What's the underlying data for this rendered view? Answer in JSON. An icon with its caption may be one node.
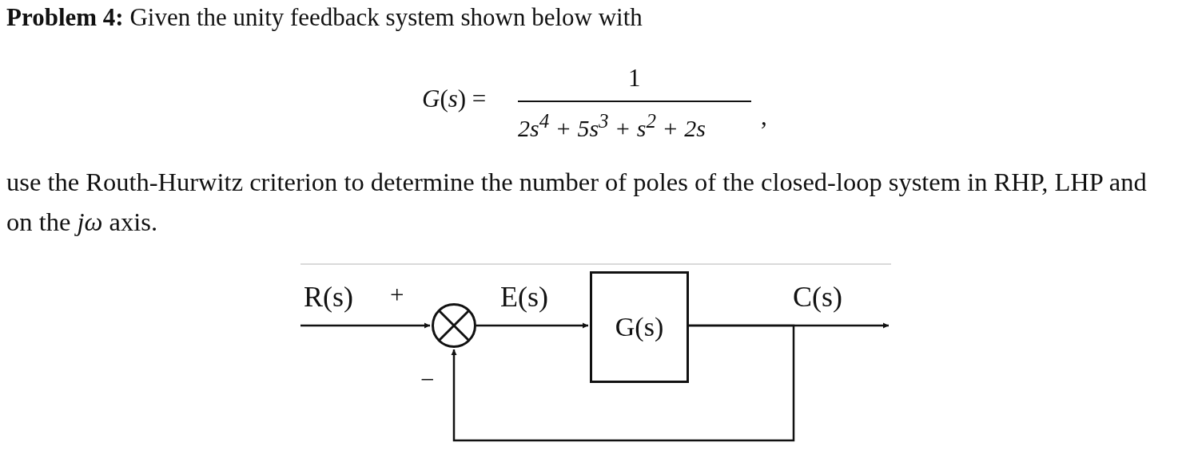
{
  "diagram": {
    "title": "**Problem 4:** Given the unity feedback system shown below with",
    "nodes": [
      {
        "text": [],
        "shape": "circle",
        "beside": [
          "+",
          "−"
        ]
      },
      {
        "text": [
          "G(s)"
        ]
      }
    ],
    "edges": [
      {
        "from": null,
        "to": 0,
        "arrow": "to",
        "label": "R(s)"
      },
      {
        "from": 0,
        "to": 1,
        "arrow": "to",
        "label": "E(s)"
      },
      {
        "from": 1,
        "to": null,
        "arrow": "to",
        "label": "C(s)"
      },
      {
        "from": 1,
        "to": 0,
        "arrow": "to"
      }
    ],
    "labels": [
      "*G*(*s*) =",
      "1",
      "2s$^{4}$ + 5s$^{3}$ + s$^{2}$ + 2s",
      ",",
      "use the Routh-Hurwitz criterion to determine the number of poles of the closed-loop system in RHP, LHP and on the *jω* axis."
    ]
  }
}
